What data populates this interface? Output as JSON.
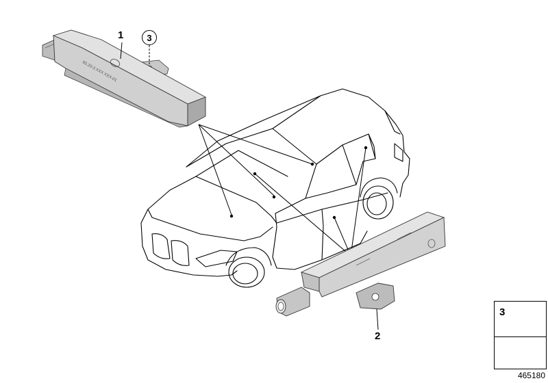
{
  "callouts": {
    "part1": "1",
    "part2": "2",
    "part3": "3"
  },
  "legend": {
    "item_number": "3",
    "item_icon": "screw-icon",
    "footer_icon": "arrow-icon"
  },
  "document_number": "465180",
  "module_labels": {
    "upper_module_text": "65.20-3 XXX XXX-01"
  },
  "colors": {
    "part_fill": "#d6d6d6",
    "part_shadow": "#a9a9a9",
    "line": "#000000"
  }
}
